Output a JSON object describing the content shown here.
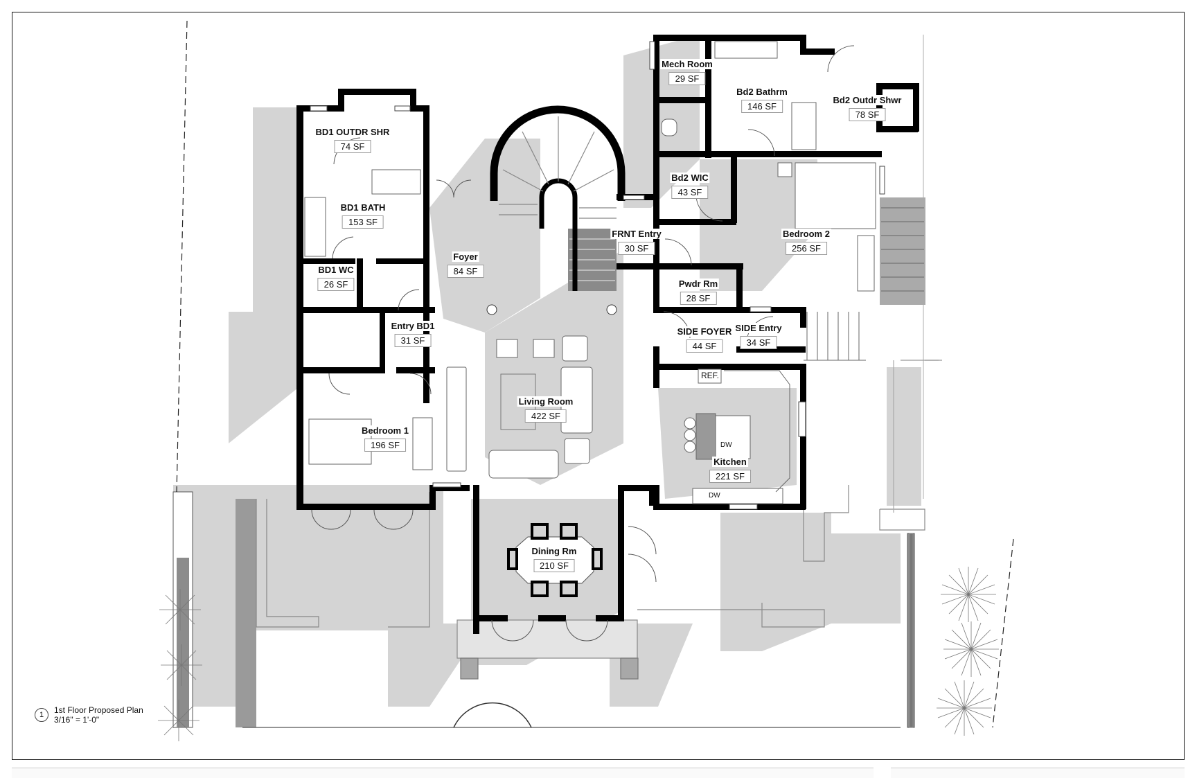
{
  "sheet": {
    "title_number": "1",
    "title": "1st Floor Proposed Plan",
    "scale": "3/16\" = 1'-0\""
  },
  "rooms": {
    "bd1_outdr_shr": {
      "name": "BD1 OUTDR SHR",
      "area": "74 SF"
    },
    "bd1_bath": {
      "name": "BD1 BATH",
      "area": "153 SF"
    },
    "bd1_wc": {
      "name": "BD1 WC",
      "area": "26 SF"
    },
    "entry_bd1": {
      "name": "Entry BD1",
      "area": "31 SF"
    },
    "bedroom_1": {
      "name": "Bedroom 1",
      "area": "196 SF"
    },
    "foyer": {
      "name": "Foyer",
      "area": "84 SF"
    },
    "living_room": {
      "name": "Living Room",
      "area": "422 SF"
    },
    "dining_rm": {
      "name": "Dining Rm",
      "area": "210 SF"
    },
    "mech_room": {
      "name": "Mech Room",
      "area": "29 SF"
    },
    "bd2_bathrm": {
      "name": "Bd2 Bathrm",
      "area": "146 SF"
    },
    "bd2_outdr_shwr": {
      "name": "Bd2 Outdr Shwr",
      "area": "78 SF"
    },
    "bd2_wic": {
      "name": "Bd2 WIC",
      "area": "43 SF"
    },
    "frnt_entry": {
      "name": "FRNT Entry",
      "area": "30 SF"
    },
    "bedroom_2": {
      "name": "Bedroom 2",
      "area": "256 SF"
    },
    "pwdr_rm": {
      "name": "Pwdr Rm",
      "area": "28 SF"
    },
    "side_foyer": {
      "name": "SIDE FOYER",
      "area": "44 SF"
    },
    "side_entry": {
      "name": "SIDE Entry",
      "area": "34 SF"
    },
    "kitchen": {
      "name": "Kitchen",
      "area": "221 SF"
    }
  },
  "fixtures": {
    "ref_label": "REF.",
    "dw_island": "DW",
    "dw_counter": "DW"
  },
  "colors": {
    "wall": "#000000",
    "shadow": "#d4d4d4",
    "dark_fill": "#8c8c8c",
    "stair_fill": "#7a7a7a",
    "line": "#666666"
  }
}
